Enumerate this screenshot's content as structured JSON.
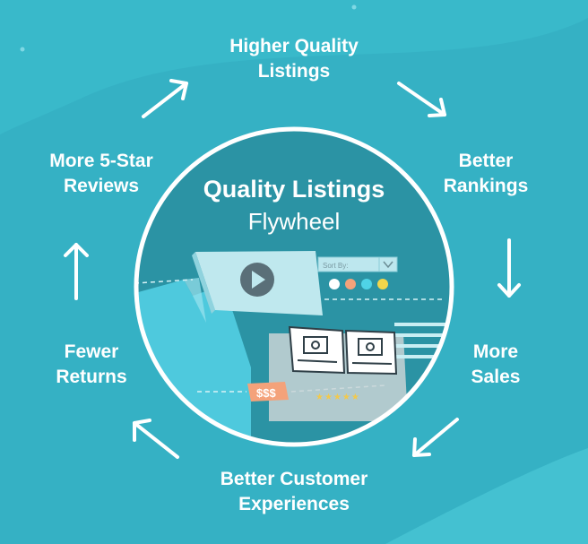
{
  "diagram": {
    "center": {
      "title": "Quality Listings",
      "subtitle": "Flywheel"
    },
    "steps": [
      {
        "line1": "Higher Quality",
        "line2": "Listings"
      },
      {
        "line1": "Better",
        "line2": "Rankings"
      },
      {
        "line1": "More",
        "line2": "Sales"
      },
      {
        "line1": "Better Customer",
        "line2": "Experiences"
      },
      {
        "line1": "Fewer",
        "line2": "Returns"
      },
      {
        "line1": "More 5-Star",
        "line2": "Reviews"
      }
    ],
    "illustration": {
      "sort_label": "Sort By:",
      "price_tag": "$$$",
      "stars": "★★★★★"
    }
  },
  "colors": {
    "background": "#35b1c4",
    "circle_fill": "#2b93a4",
    "swatches": [
      "#ffffff",
      "#f4a27a",
      "#4fd3e6",
      "#f2d64b"
    ],
    "price_tag": "#f4a27a",
    "stars": "#f2c94c"
  },
  "icons": [
    "arrow-icon",
    "play-icon",
    "chevron-down-icon",
    "image-icon"
  ]
}
